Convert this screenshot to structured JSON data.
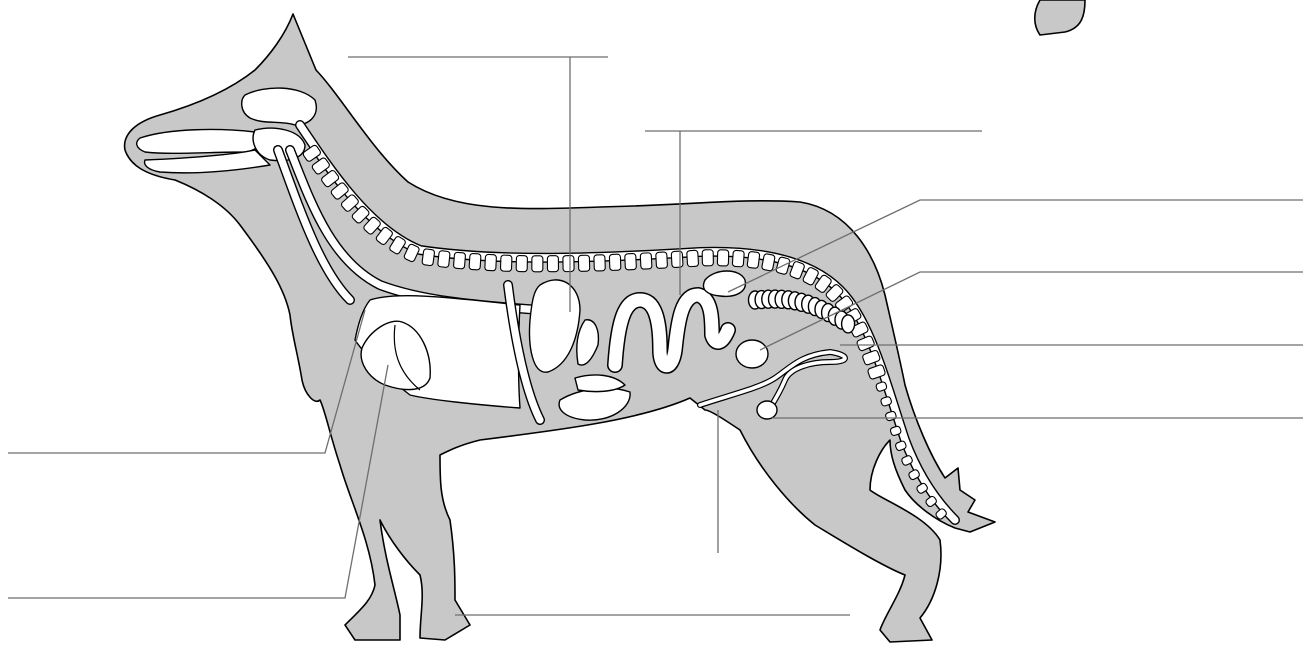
{
  "diagram": {
    "kind": "dog internal anatomy, unlabeled",
    "label_slots": [
      {
        "id": "top-left-label",
        "text": ""
      },
      {
        "id": "top-middle-label",
        "text": ""
      },
      {
        "id": "right-label-1",
        "text": ""
      },
      {
        "id": "right-label-2",
        "text": ""
      },
      {
        "id": "right-label-3",
        "text": ""
      },
      {
        "id": "right-label-4",
        "text": ""
      },
      {
        "id": "left-label-1",
        "text": ""
      },
      {
        "id": "left-label-2",
        "text": ""
      },
      {
        "id": "bottom-middle-label",
        "text": ""
      },
      {
        "id": "bottom-center-label",
        "text": ""
      }
    ],
    "colors": {
      "body": "#c8c8c8",
      "organs": "#ffffff",
      "outline": "#000000",
      "leader_lines": "#6e6e6e"
    }
  }
}
